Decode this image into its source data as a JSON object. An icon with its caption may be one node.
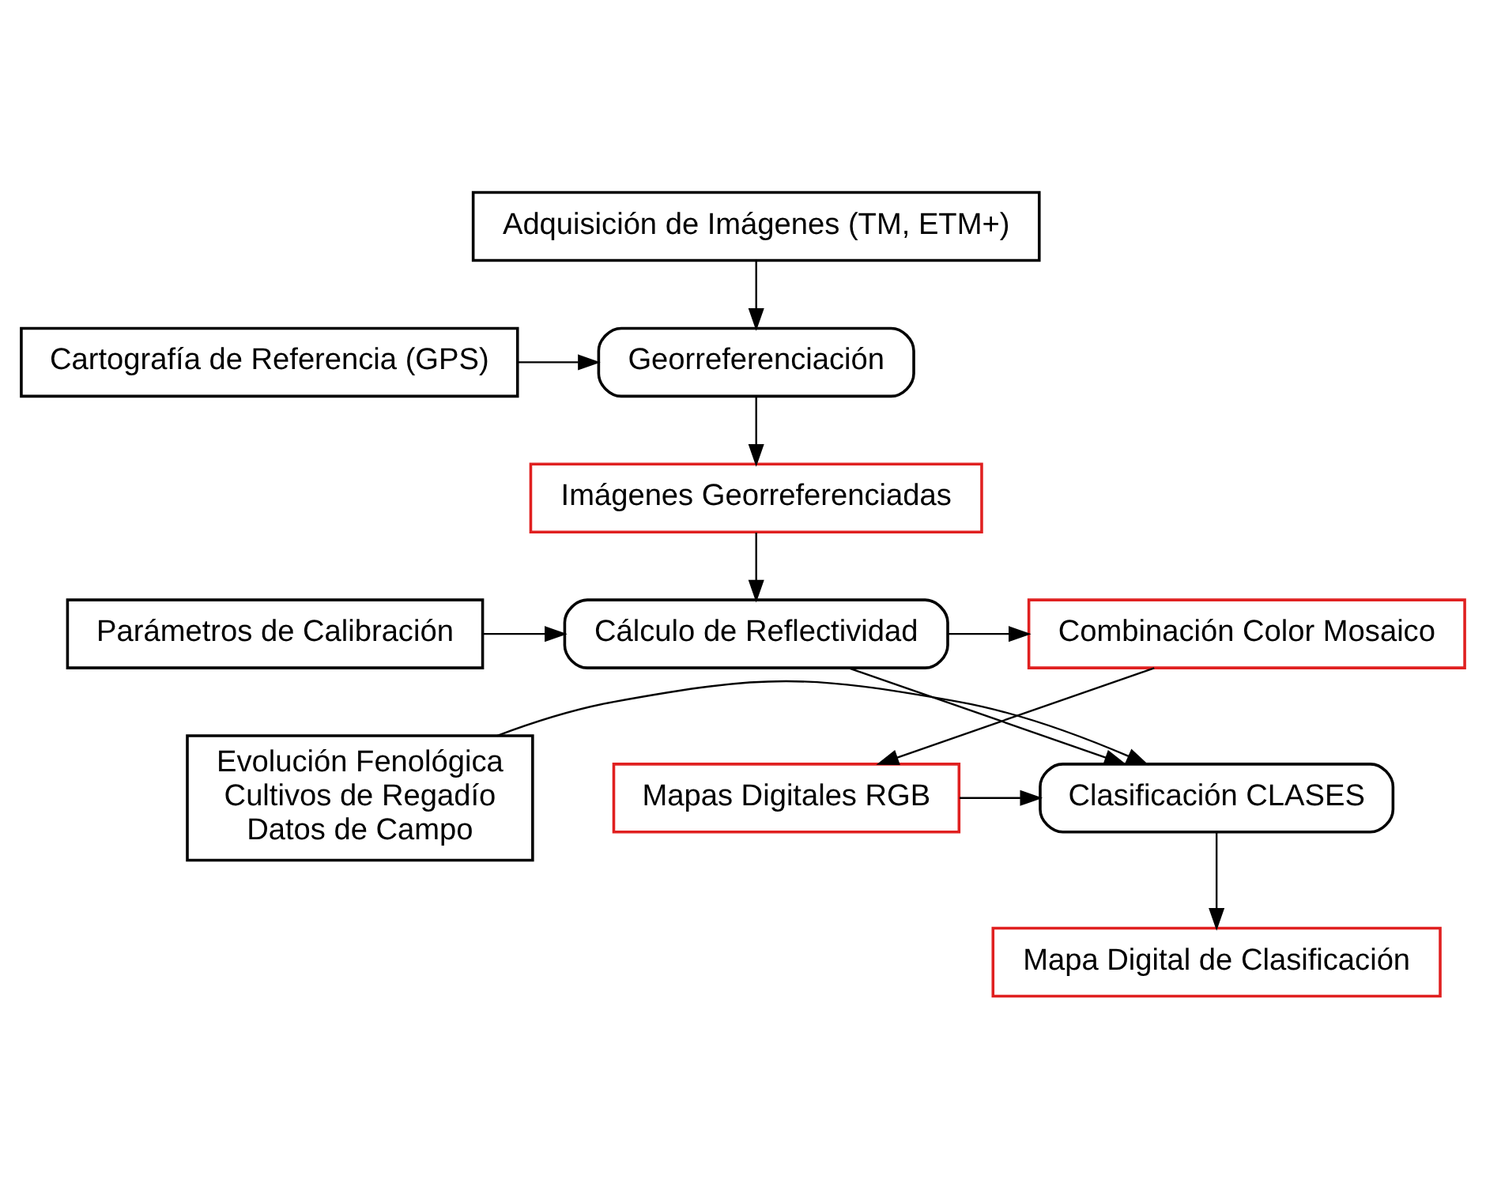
{
  "diagram": {
    "nodes": [
      {
        "text": [
          "Adquisición de Imágenes (TM, ETM+)"
        ]
      },
      {
        "text": [
          "Cartografía de Referencia (GPS)"
        ]
      },
      {
        "text": [
          "Georreferenciación"
        ]
      },
      {
        "text": [
          "Imágenes Georreferenciadas"
        ]
      },
      {
        "text": [
          "Parámetros de Calibración"
        ]
      },
      {
        "text": [
          "Cálculo de Reflectividad"
        ]
      },
      {
        "text": [
          "Combinación Color Mosaico"
        ]
      },
      {
        "text": [
          "Evolución Fenológica",
          "Cultivos de Regadío",
          "Datos de Campo"
        ]
      },
      {
        "text": [
          "Clasificación CLASES"
        ]
      },
      {
        "text": [
          "Mapas Digitales RGB"
        ]
      },
      {
        "text": [
          "Mapa Digital de Clasificación"
        ]
      }
    ],
    "edges": [
      {
        "from": 0,
        "to": 2,
        "arrow": "to"
      },
      {
        "from": 1,
        "to": 2,
        "arrow": "to"
      },
      {
        "from": 2,
        "to": 3,
        "arrow": "to"
      },
      {
        "from": 3,
        "to": 5,
        "arrow": "to"
      },
      {
        "from": 4,
        "to": 5,
        "arrow": "to"
      },
      {
        "from": 5,
        "to": 6,
        "arrow": "to"
      },
      {
        "from": 5,
        "to": 8,
        "arrow": "to"
      },
      {
        "from": 6,
        "to": 9,
        "arrow": "to"
      },
      {
        "from": 7,
        "to": 8,
        "arrow": "to"
      },
      {
        "from": 9,
        "to": 8,
        "arrow": "to"
      },
      {
        "from": 8,
        "to": 10,
        "arrow": "to"
      }
    ]
  }
}
